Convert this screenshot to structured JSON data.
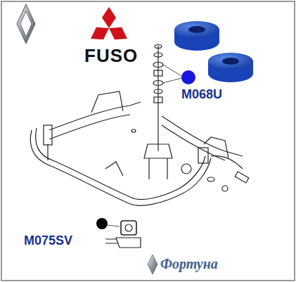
{
  "diagram": {
    "labels": [
      "FUSO",
      "M068U",
      "M075SV",
      "Фортуна"
    ]
  }
}
